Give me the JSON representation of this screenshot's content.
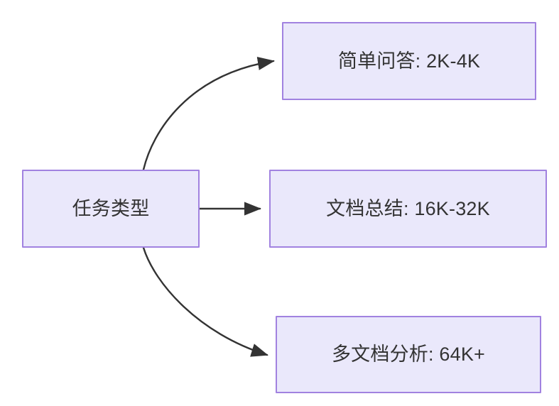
{
  "diagram": {
    "type": "flowchart",
    "direction": "left-to-right",
    "background_color": "#ffffff",
    "node_fill_color": "#eae8fb",
    "node_border_color": "#a182e0",
    "node_text_color": "#333333",
    "edge_color": "#333333",
    "nodes": [
      {
        "id": "source",
        "label": "任务类型",
        "role": "root"
      },
      {
        "id": "simple-qa",
        "label": "简单问答: 2K-4K",
        "role": "leaf"
      },
      {
        "id": "doc-summary",
        "label": "文档总结: 16K-32K",
        "role": "leaf"
      },
      {
        "id": "multi-doc",
        "label": "多文档分析: 64K+",
        "role": "leaf"
      }
    ],
    "edges": [
      {
        "id": "edge-source-simple-qa",
        "from": "source",
        "to": "simple-qa",
        "style": "curved",
        "arrowhead": "solid-triangle"
      },
      {
        "id": "edge-source-doc-summary",
        "from": "source",
        "to": "doc-summary",
        "style": "straight",
        "arrowhead": "solid-triangle"
      },
      {
        "id": "edge-source-multi-doc",
        "from": "source",
        "to": "multi-doc",
        "style": "curved",
        "arrowhead": "solid-triangle"
      }
    ]
  }
}
